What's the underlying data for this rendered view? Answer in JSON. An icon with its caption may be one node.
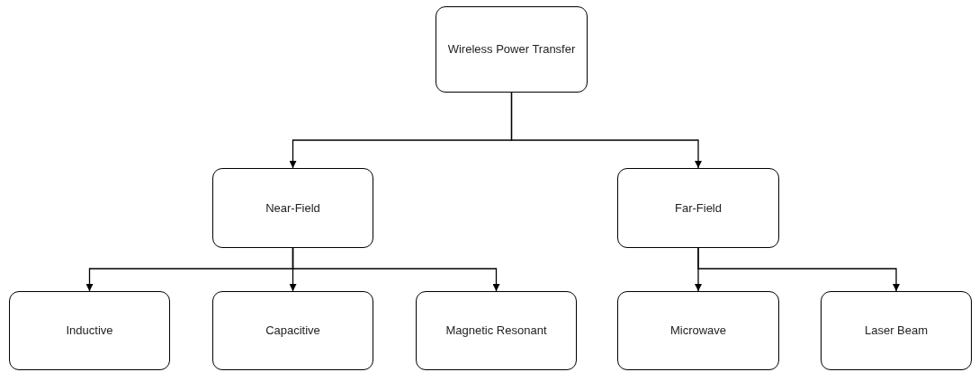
{
  "diagram": {
    "nodes": [
      {
        "text": [
          "Wireless Power Transfer"
        ]
      },
      {
        "text": [
          "Near-Field"
        ]
      },
      {
        "text": [
          "Far-Field"
        ]
      },
      {
        "text": [
          "Inductive"
        ]
      },
      {
        "text": [
          "Capacitive"
        ]
      },
      {
        "text": [
          "Magnetic Resonant"
        ]
      },
      {
        "text": [
          "Microwave"
        ]
      },
      {
        "text": [
          "Laser Beam"
        ]
      }
    ],
    "edges": [
      {
        "from": 0,
        "to": 1,
        "arrow": "to"
      },
      {
        "from": 0,
        "to": 2,
        "arrow": "to"
      },
      {
        "from": 1,
        "to": 3,
        "arrow": "to"
      },
      {
        "from": 1,
        "to": 4,
        "arrow": "to"
      },
      {
        "from": 1,
        "to": 5,
        "arrow": "to"
      },
      {
        "from": 2,
        "to": 6,
        "arrow": "to"
      },
      {
        "from": 2,
        "to": 7,
        "arrow": "to"
      }
    ]
  }
}
